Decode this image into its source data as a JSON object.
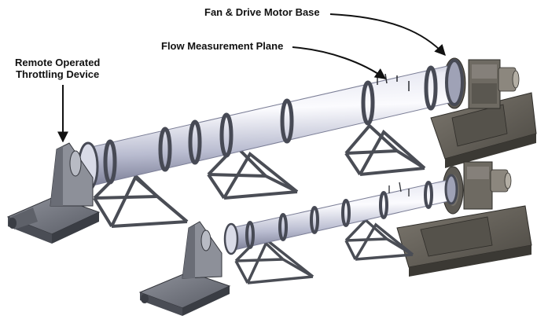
{
  "callouts": {
    "fan_motor_base": "Fan & Drive Motor Base",
    "flow_plane": "Flow Measurement Plane",
    "throttling_line1": "Remote Operated",
    "throttling_line2": "Throttling Device"
  },
  "colors": {
    "duct_light": "#f0f1f7",
    "duct_mid": "#c9cbdc",
    "duct_dark": "#8f92ab",
    "flange": "#474a55",
    "stand": "#4a4d55",
    "machine_body": "#66625b",
    "machine_dark": "#3b3934",
    "leader": "#111111"
  }
}
